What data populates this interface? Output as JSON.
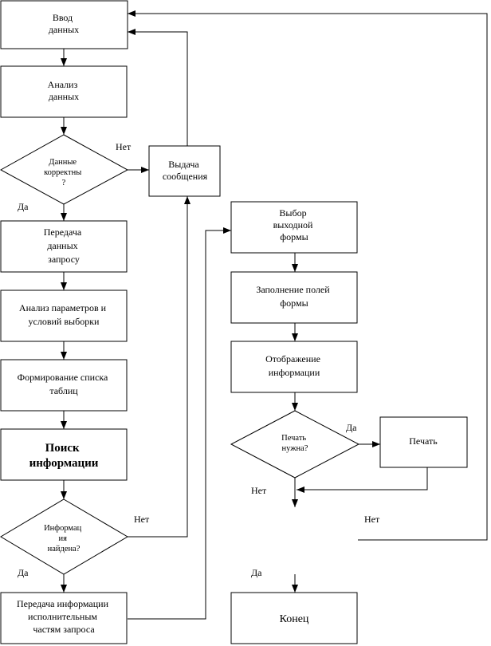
{
  "nodes": {
    "input": [
      "Ввод",
      "данных"
    ],
    "analyze": [
      "Анализ",
      "данных"
    ],
    "valid": [
      "Данные",
      "корректны",
      "?"
    ],
    "message": [
      "Выдача",
      "сообщения"
    ],
    "pass_query": [
      "Передача",
      "данных",
      "запросу"
    ],
    "analyze_params": [
      "Анализ параметров и",
      "условий выборки"
    ],
    "tables": [
      "Формирование списка",
      "таблиц"
    ],
    "search": [
      "Поиск",
      "информации"
    ],
    "found": [
      "Информац",
      "ия",
      "найдена?"
    ],
    "pass_exec": [
      "Передача информации",
      "исполнительным",
      "частям запроса"
    ],
    "choose_form": [
      "Выбор",
      "выходной",
      "формы"
    ],
    "fill_fields": [
      "Заполнение полей",
      "формы"
    ],
    "display": [
      "Отображение",
      "информации"
    ],
    "need_print": [
      "Печать",
      "нужна?"
    ],
    "print": [
      "Печать"
    ],
    "end": [
      "Конец"
    ]
  },
  "edge_labels": {
    "valid_no": "Нет",
    "valid_yes": "Да",
    "found_no": "Нет",
    "found_yes": "Да",
    "print_yes": "Да",
    "print_no": "Нет",
    "loop_no": "Нет",
    "end_yes": "Да"
  },
  "colors": {
    "stroke": "#000000",
    "background": "#ffffff"
  }
}
